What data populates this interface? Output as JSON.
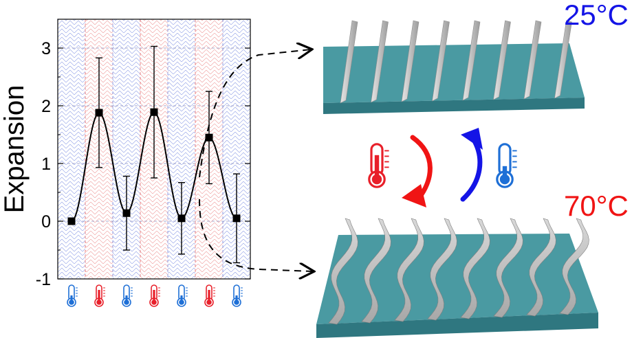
{
  "chart_data": {
    "type": "line",
    "ylabel": "Expansion",
    "xlabel": "",
    "ylim": [
      -1,
      3.5
    ],
    "yticks": [
      -1,
      0,
      1,
      2,
      3
    ],
    "ytick_labels": [
      "-1",
      "0",
      "1",
      "2",
      "3"
    ],
    "grid": true,
    "series": [
      {
        "x": [
          1,
          2,
          3,
          4,
          5,
          6,
          7
        ],
        "values": [
          0.0,
          1.88,
          0.14,
          1.89,
          0.05,
          1.45,
          0.05
        ],
        "error": [
          0.0,
          0.95,
          0.64,
          1.14,
          0.62,
          0.8,
          0.77
        ]
      }
    ],
    "x_markers": [
      "cold-thermometer-icon",
      "hot-thermometer-icon",
      "cold-thermometer-icon",
      "hot-thermometer-icon",
      "cold-thermometer-icon",
      "hot-thermometer-icon",
      "cold-thermometer-icon"
    ],
    "band_states": [
      "cold",
      "hot",
      "cold",
      "hot",
      "cold",
      "hot",
      "cold"
    ]
  },
  "labels": {
    "cold_temp": "25°C",
    "hot_temp": "70°C"
  },
  "colors": {
    "cold": "#1414e6",
    "hot": "#f01414",
    "cold_icon": "#1e6fd6",
    "hot_icon": "#e8202a",
    "substrate": "#3f8f97",
    "fin": "#c8c8c8",
    "curve": "#000000"
  }
}
